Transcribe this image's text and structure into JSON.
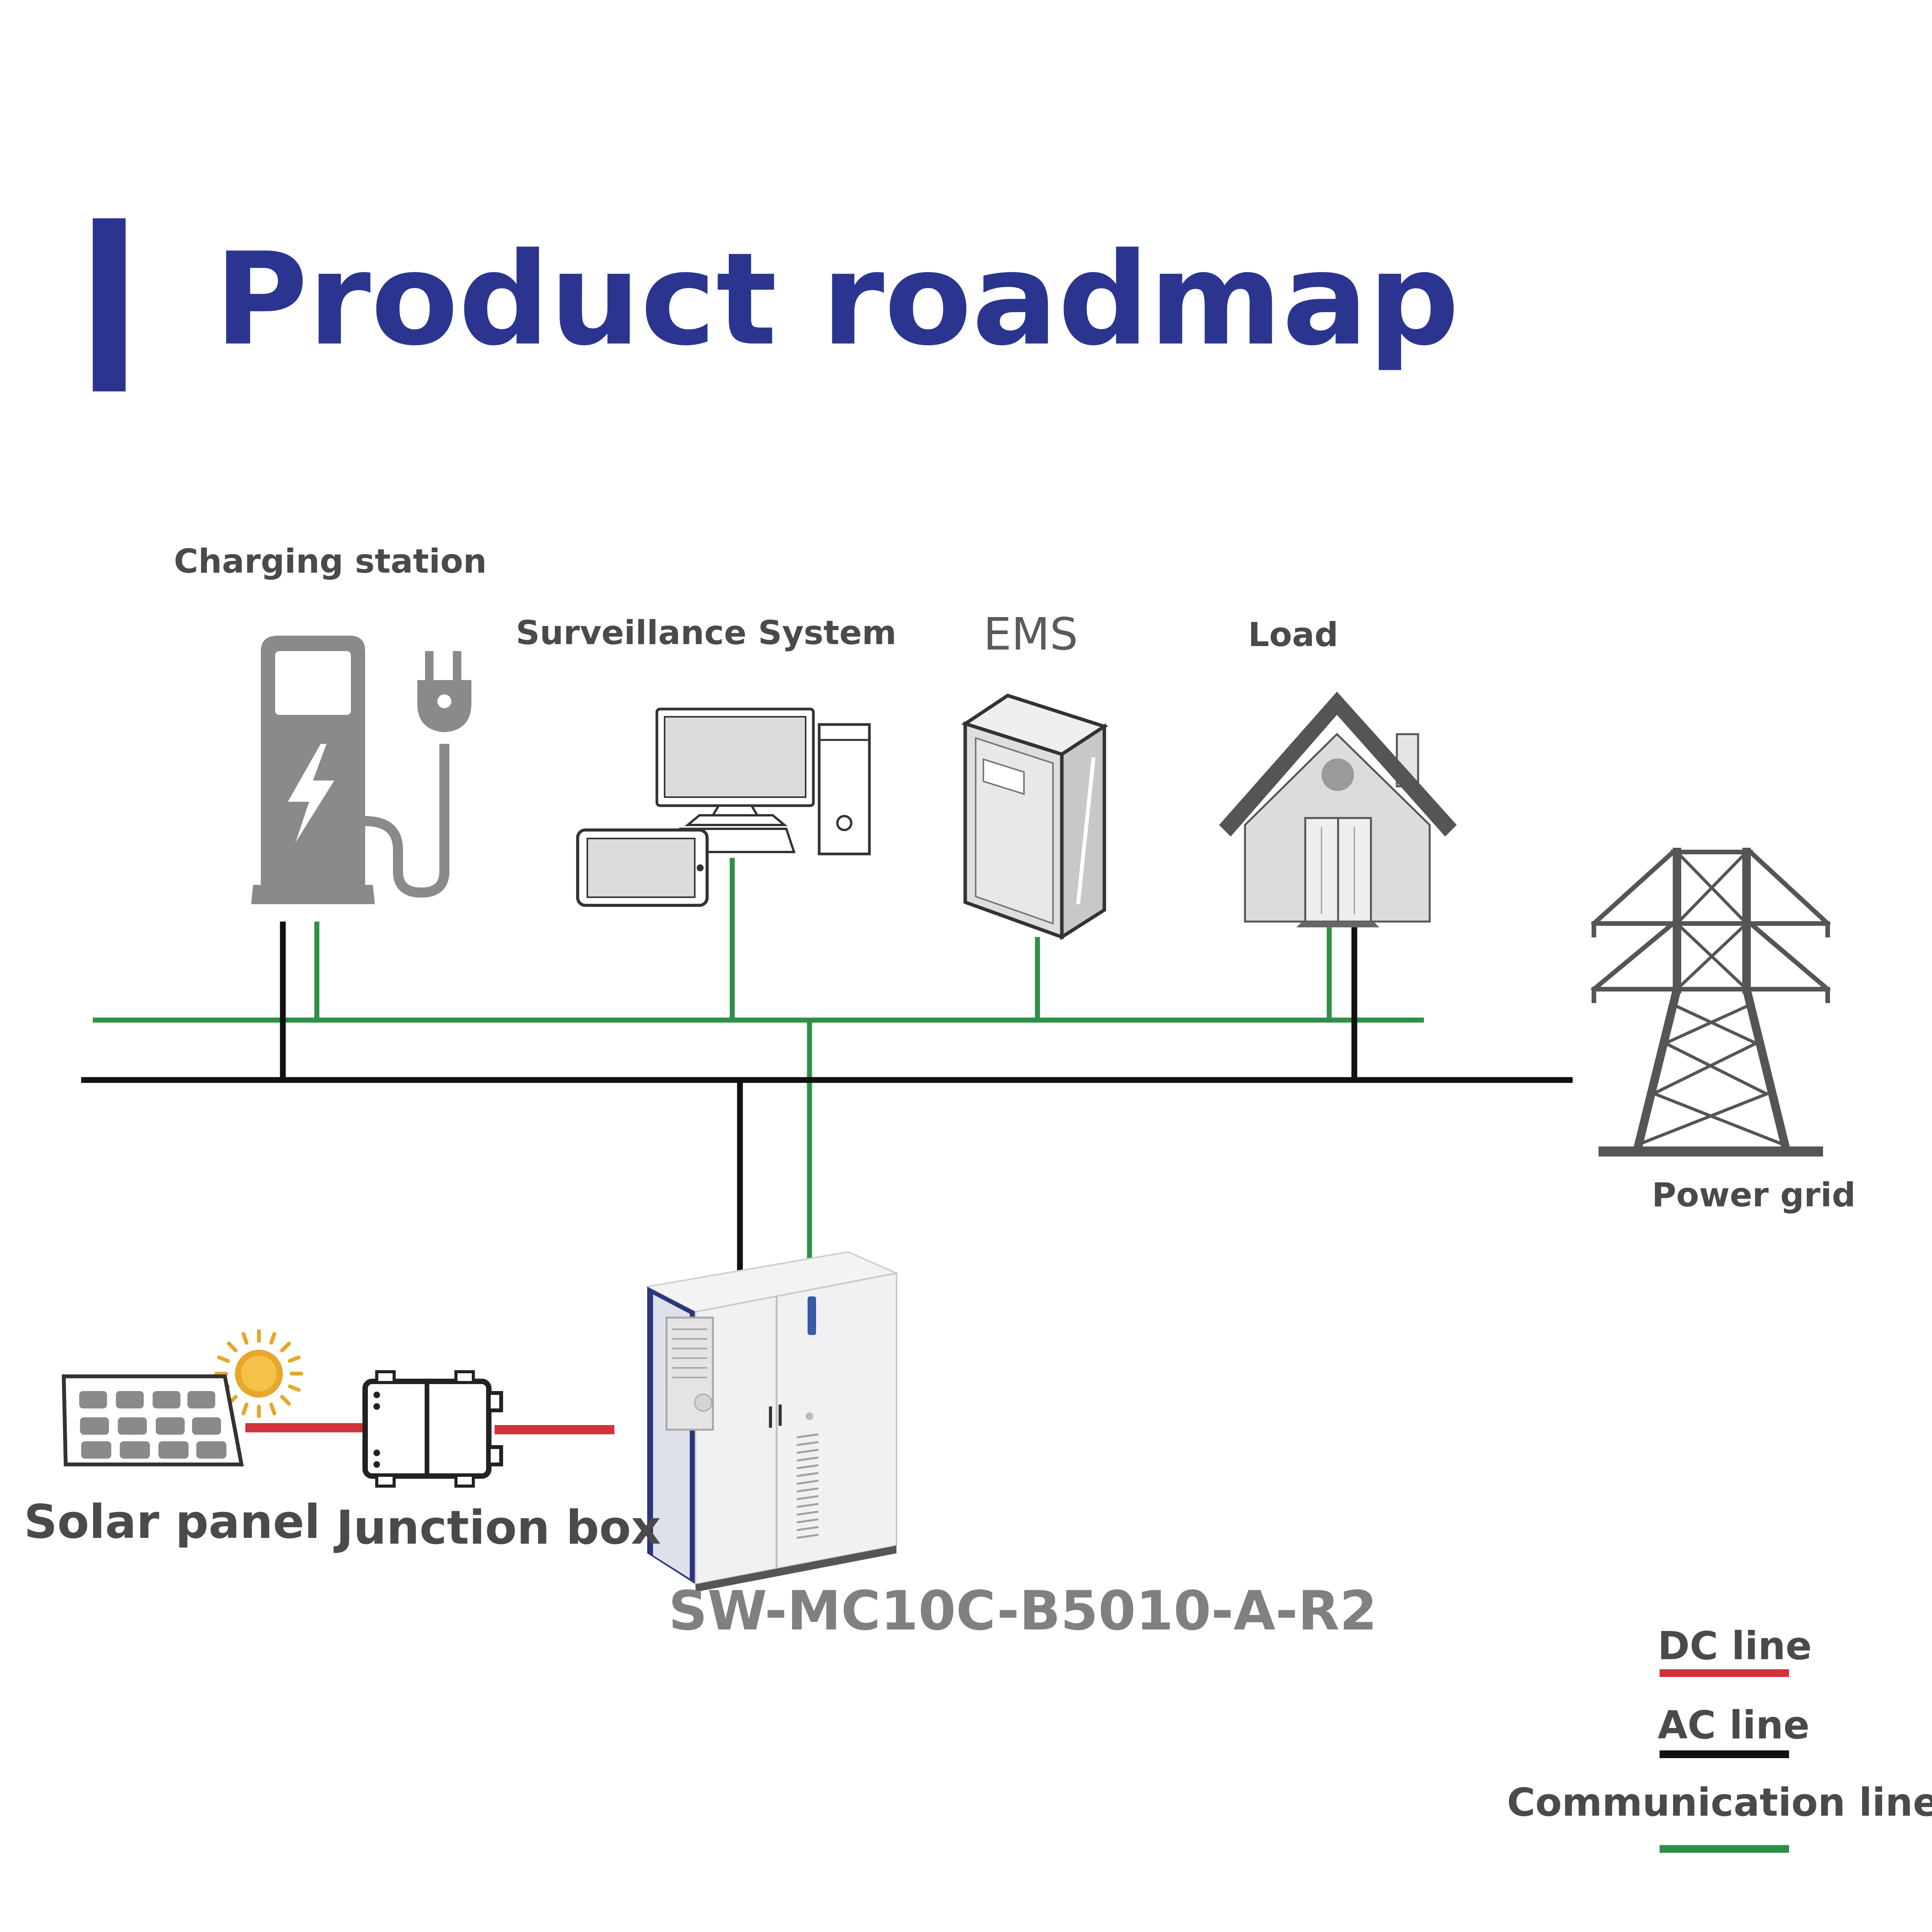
{
  "title": "Product roadmap",
  "nodes": {
    "charging_station": "Charging station",
    "surveillance_system": "Surveillance System",
    "ems": "EMS",
    "load": "Load",
    "power_grid": "Power grid",
    "solar_panel": "Solar panel",
    "junction_box": "Junction box",
    "storage_cabinet_model": "SW-MC10C-B5010-A-R2"
  },
  "legend": {
    "dc_line": "DC line",
    "ac_line": "AC line",
    "communication_line": "Communication line"
  },
  "colors": {
    "accent_blue": "#2b3590",
    "dc_line": "#d0343a",
    "ac_line": "#111111",
    "communication_line": "#2f8f46",
    "icon_gray": "#8a8a8a",
    "label_gray": "#4a4a4a"
  },
  "icons": {
    "charging_station": "ev-charger-icon",
    "surveillance_system": "computer-tablet-icon",
    "ems": "server-cabinet-icon",
    "load": "house-icon",
    "power_grid": "transmission-tower-icon",
    "solar_panel": "solar-panel-icon",
    "sun": "sun-icon",
    "junction_box": "junction-box-icon",
    "storage_cabinet": "energy-storage-cabinet-icon"
  }
}
